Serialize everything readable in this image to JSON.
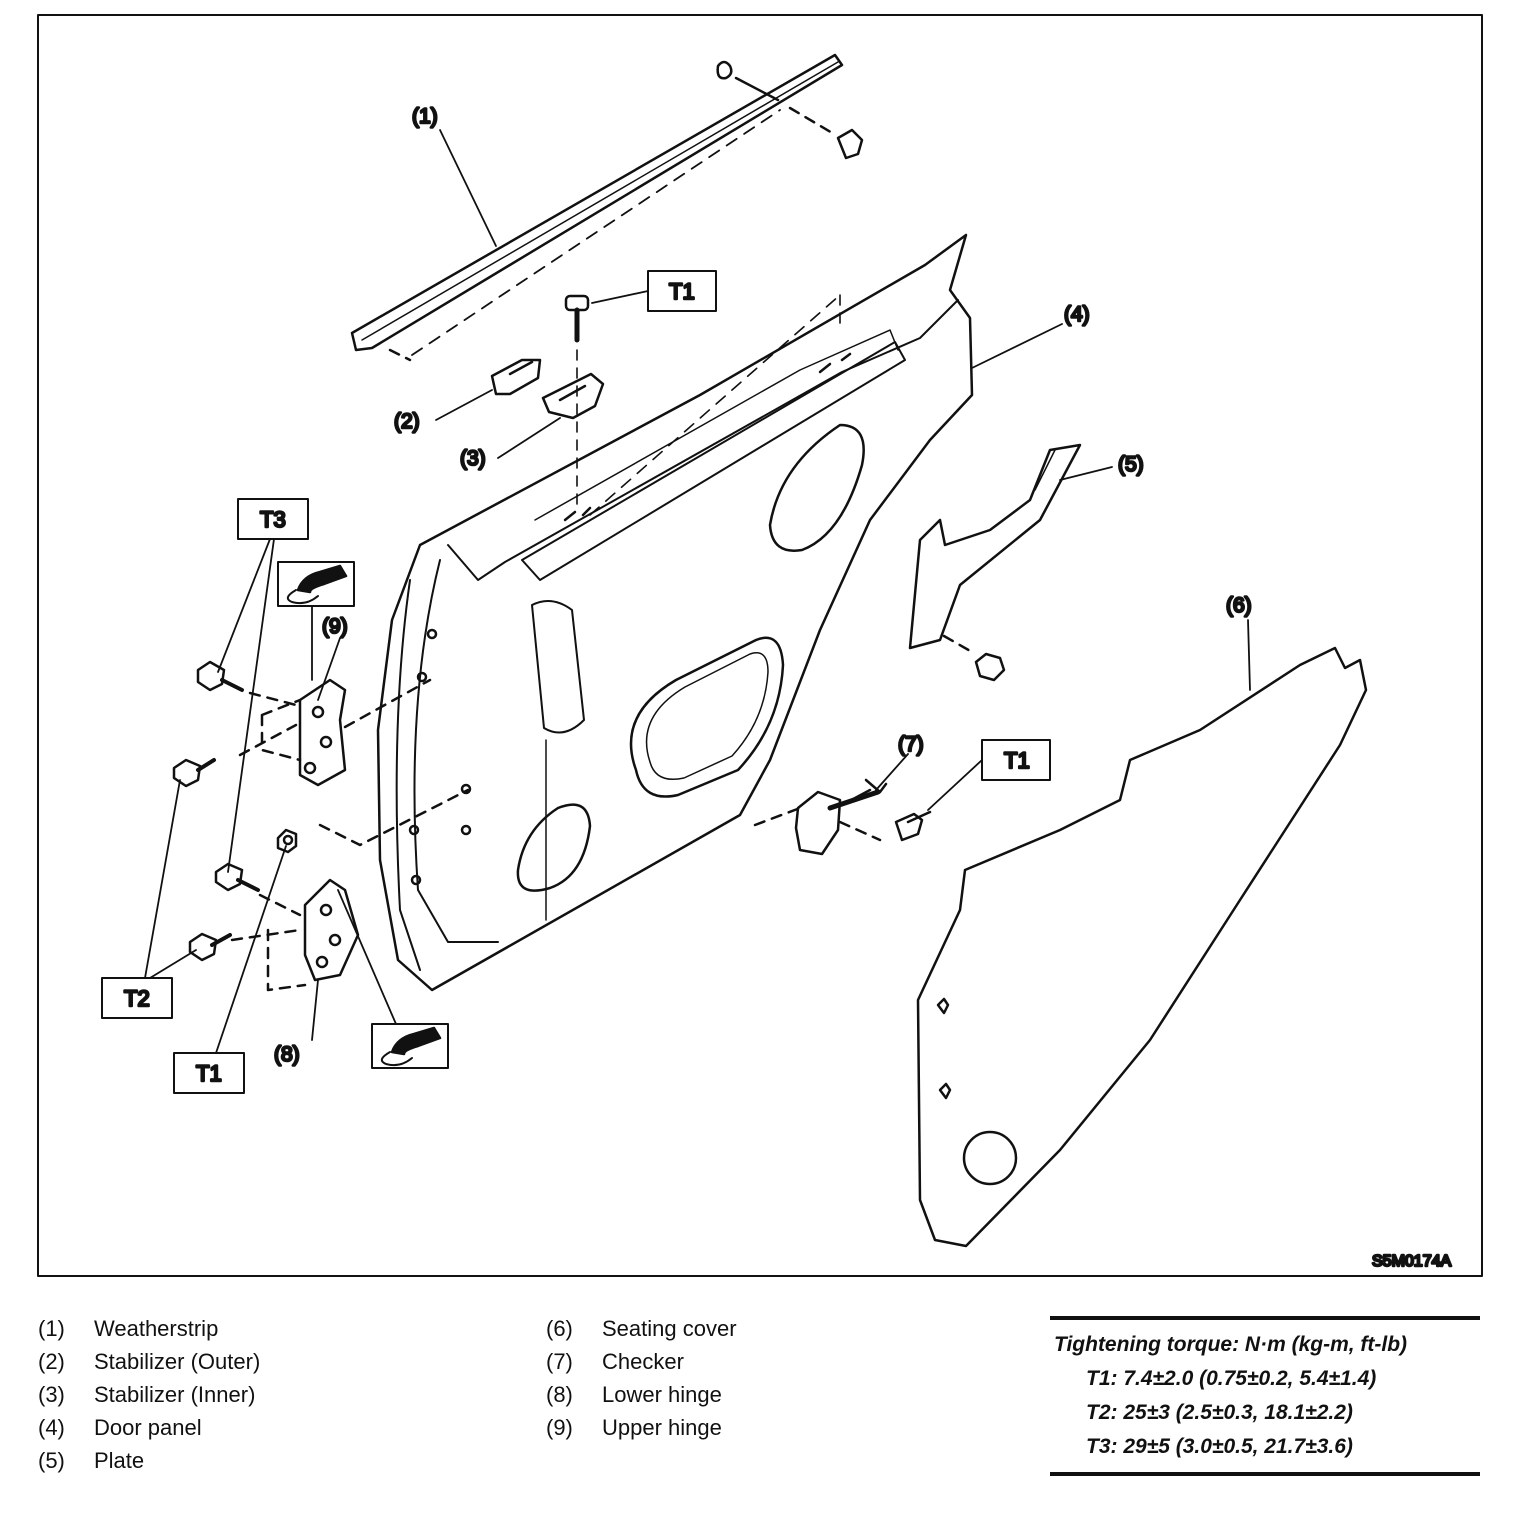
{
  "callouts": {
    "c1": "(1)",
    "c2": "(2)",
    "c3": "(3)",
    "c4": "(4)",
    "c5": "(5)",
    "c6": "(6)",
    "c7": "(7)",
    "c8": "(8)",
    "c9": "(9)"
  },
  "torque_tags": {
    "t1_top": "T1",
    "t1_right": "T1",
    "t1_bottom": "T1",
    "t2": "T2",
    "t3": "T3"
  },
  "grease_icon": "grease-gun-icon",
  "figure_code": "S5M0174A",
  "legend": {
    "left": [
      {
        "num": "(1)",
        "name": "Weatherstrip"
      },
      {
        "num": "(2)",
        "name": "Stabilizer (Outer)"
      },
      {
        "num": "(3)",
        "name": "Stabilizer (Inner)"
      },
      {
        "num": "(4)",
        "name": "Door panel"
      },
      {
        "num": "(5)",
        "name": "Plate"
      }
    ],
    "right": [
      {
        "num": "(6)",
        "name": "Seating cover"
      },
      {
        "num": "(7)",
        "name": "Checker"
      },
      {
        "num": "(8)",
        "name": "Lower hinge"
      },
      {
        "num": "(9)",
        "name": "Upper hinge"
      }
    ]
  },
  "torque": {
    "title": "Tightening torque: N·m (kg-m, ft-lb)",
    "t1": "T1: 7.4±2.0 (0.75±0.2, 5.4±1.4)",
    "t2": "T2: 25±3 (2.5±0.3, 18.1±2.2)",
    "t3": "T3: 29±5 (3.0±0.5, 21.7±3.6)"
  }
}
